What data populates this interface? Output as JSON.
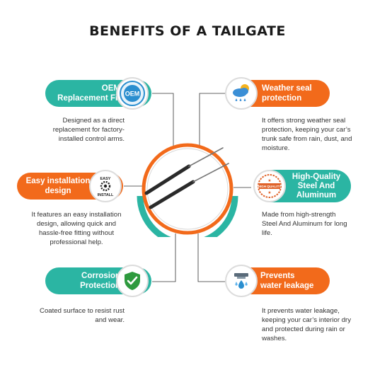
{
  "title": "BENEFITS OF A TAILGATE",
  "colors": {
    "teal": "#2bb5a3",
    "orange": "#f26a1b"
  },
  "benefits": [
    {
      "heading_line1": "OEM",
      "heading_line2": "Replacement Fit",
      "icon": "oem-seal-icon",
      "icon_text": "OEM",
      "description": [
        "Designed as a direct",
        "replacement for factory-",
        "installed control arms."
      ]
    },
    {
      "heading_line1": "Weather seal",
      "heading_line2": "protection",
      "icon": "weather-cloud-icon",
      "description": [
        "It offers strong weather seal",
        "protection, keeping your car’s",
        "trunk safe from rain, dust, and",
        "moisture."
      ]
    },
    {
      "heading_line1": "Easy installation",
      "heading_line2": "design",
      "icon": "easy-install-gear-icon",
      "icon_text_top": "EASY",
      "icon_text_bottom": "INSTALL",
      "description": [
        "It features an easy installation",
        "design, allowing quick and",
        "hassle-free fitting without",
        "professional help."
      ]
    },
    {
      "heading_line1": "High-Quality",
      "heading_line2": "Steel And",
      "heading_line3": "Aluminum",
      "icon": "high-quality-stamp-icon",
      "icon_text": "HIGH QUALITY",
      "description": [
        "Made from high-strength",
        "Steel And Aluminum for long",
        "life."
      ]
    },
    {
      "heading_line1": "Corrosion",
      "heading_line2": "Protection",
      "icon": "shield-check-icon",
      "description": [
        "Coated surface to resist rust",
        "and wear."
      ]
    },
    {
      "heading_line1": "Prevents",
      "heading_line2": "water leakage",
      "icon": "water-drop-icon",
      "description": [
        "It prevents water leakage,",
        "keeping your car’s interior dry",
        "and protected during rain or",
        "washes."
      ]
    }
  ]
}
